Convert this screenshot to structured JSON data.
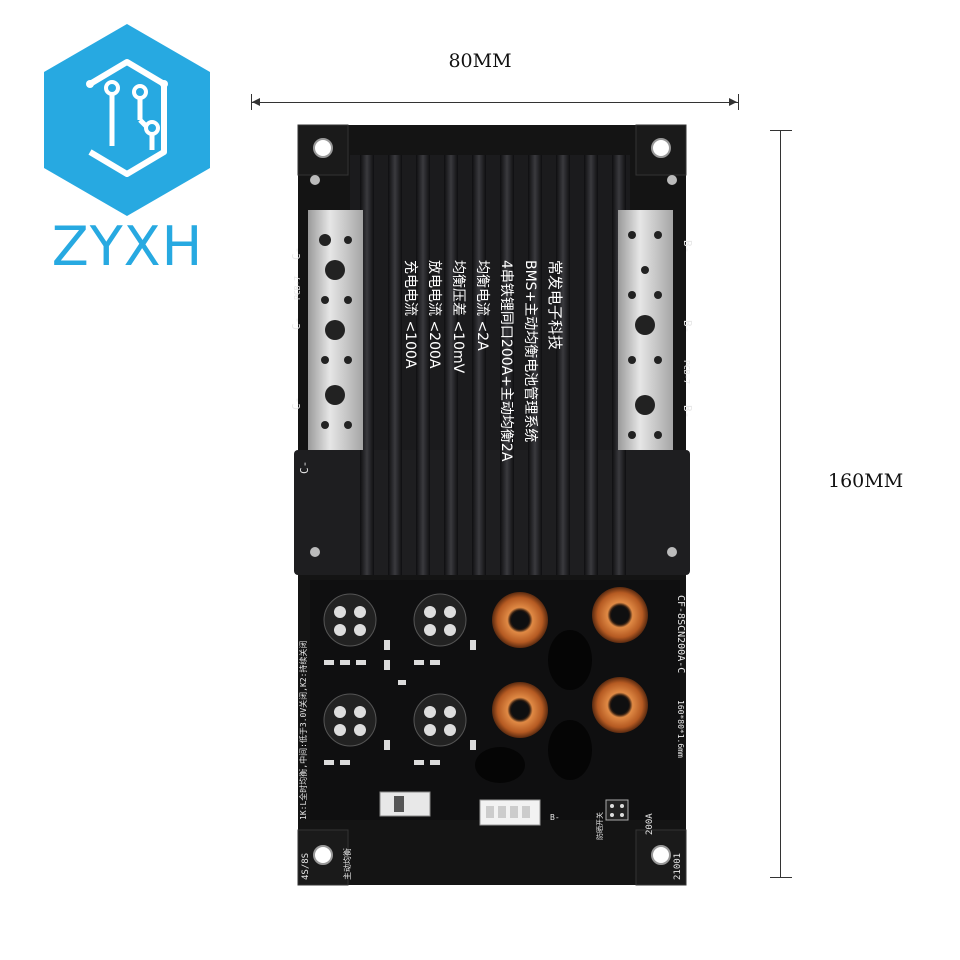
{
  "logo": {
    "text": "ZYXH",
    "icon": "hexagon-circuit-icon",
    "color": "#27a9e1"
  },
  "dimensions": {
    "width_label": "80MM",
    "height_label": "160MM"
  },
  "board": {
    "heatsink_lines": [
      "常发电子科技",
      "BMS+主动均衡电池管理系统",
      "4串铁锂同口200A+主动均衡2A",
      "均衡电流 <2A",
      "均衡压差 <10mV",
      "放电电流 <200A",
      "充电电流 <100A"
    ],
    "silk": {
      "c_minus": "C-",
      "b_minus": "B-",
      "pcb7": "PCB-7",
      "model": "CF-8SCN200A-C",
      "size": "160*80*1.6mm",
      "current": "200A",
      "date": "21001",
      "series": "4S/8S",
      "active_balance": "主动均衡",
      "note": "1K:L全时均衡,中间:低于3.0V关闭,K2:持续关闭",
      "switch_label": "防晒开关"
    },
    "colors": {
      "heatsink": "#1b1b1d",
      "pcb": "#141414",
      "copper_bar": "#c9c9c9",
      "inductor_copper": "#c86a2f"
    }
  }
}
